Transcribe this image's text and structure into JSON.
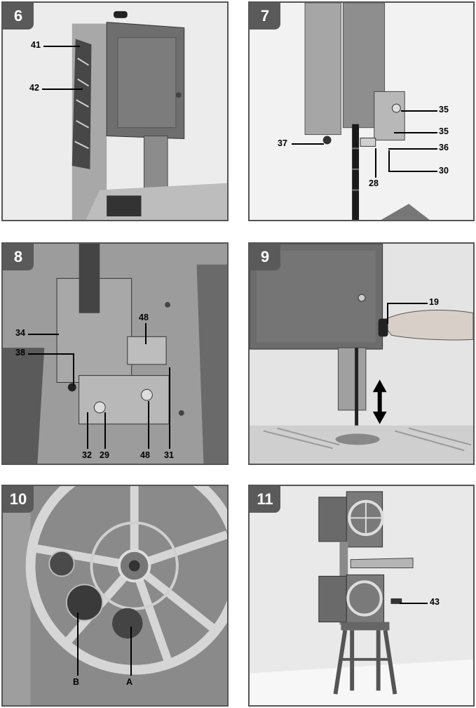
{
  "panels": [
    {
      "id": "6",
      "labels": [
        "41",
        "42"
      ]
    },
    {
      "id": "7",
      "labels": [
        "35",
        "35",
        "36",
        "37",
        "30",
        "28"
      ]
    },
    {
      "id": "8",
      "labels": [
        "48",
        "34",
        "38",
        "32",
        "29",
        "48",
        "31"
      ]
    },
    {
      "id": "9",
      "labels": [
        "19"
      ]
    },
    {
      "id": "10",
      "labels": [
        "B",
        "A"
      ]
    },
    {
      "id": "11",
      "labels": [
        "43"
      ]
    }
  ],
  "colors": {
    "frame": "#555555",
    "badge": "#5a5a5a",
    "metal": "#9a9a9a",
    "background": "#e6e6e6"
  }
}
